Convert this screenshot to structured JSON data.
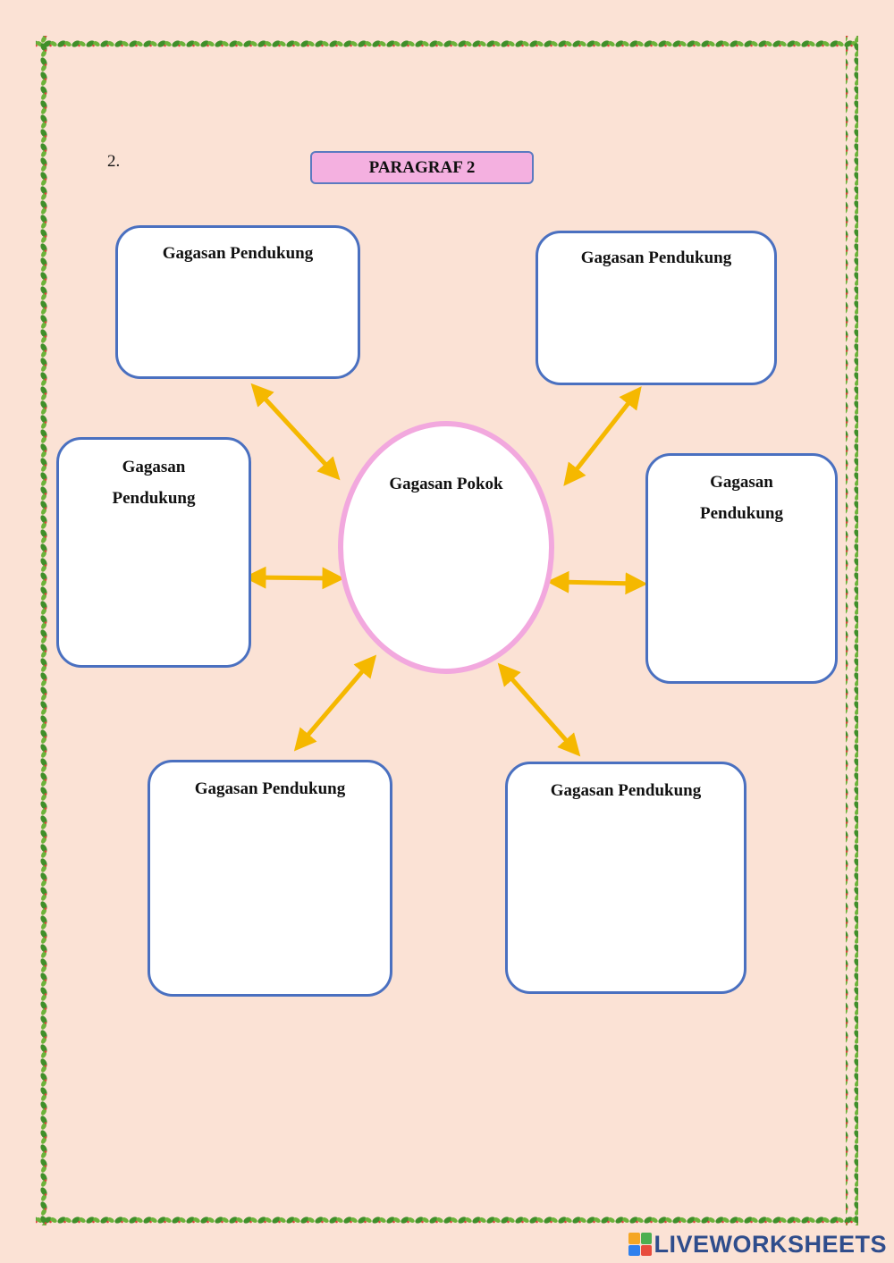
{
  "question_number": "2.",
  "title": "PARAGRAF 2",
  "central": {
    "label": "Gagasan Pokok"
  },
  "supporting": [
    {
      "label": "Gagasan Pendukung"
    },
    {
      "label": "Gagasan Pendukung"
    },
    {
      "label": "Gagasan Pendukung"
    },
    {
      "label": "Gagasan Pendukung"
    },
    {
      "label": "Gagasan Pendukung"
    },
    {
      "label": "Gagasan Pendukung"
    }
  ],
  "colors": {
    "background": "#fbe2d5",
    "box_border": "#4a70c0",
    "ellipse_border": "#f2a8de",
    "title_fill": "#f4b0e0",
    "arrow": "#f5b800",
    "frame_leaf": "#3f8f2a"
  },
  "watermark": {
    "text": "LIVEWORKSHEETS"
  }
}
